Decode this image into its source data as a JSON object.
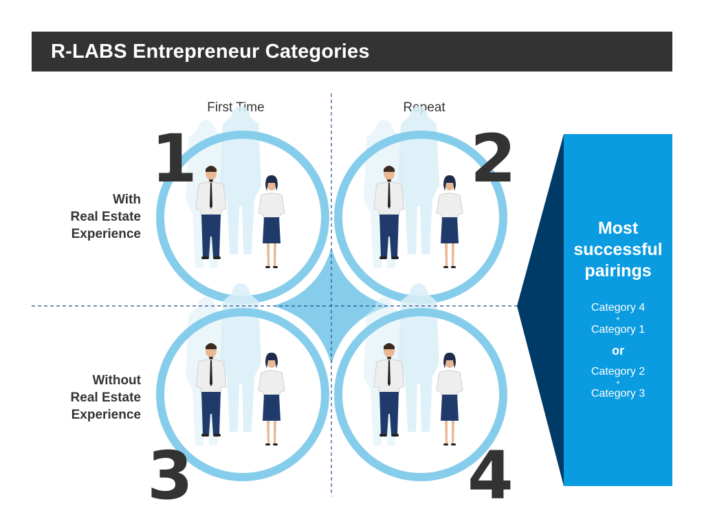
{
  "header": {
    "title": "R-LABS Entrepreneur Categories"
  },
  "columns": {
    "first": "First Time",
    "repeat": "Repeat"
  },
  "rows": {
    "with": [
      "With",
      "Real Estate",
      "Experience"
    ],
    "without": [
      "Without",
      "Real Estate",
      "Experience"
    ]
  },
  "quadrants": [
    {
      "number": "1"
    },
    {
      "number": "2"
    },
    {
      "number": "3"
    },
    {
      "number": "4"
    }
  ],
  "callout": {
    "title": [
      "Most",
      "successful",
      "pairings"
    ],
    "pair_a": [
      "Category 4",
      "Category 1"
    ],
    "plus": "+",
    "or": "or",
    "pair_b": [
      "Category 2",
      "Category 3"
    ]
  },
  "colors": {
    "ring": "#86cdeb",
    "ring_fill": "#d9eef7",
    "callout": "#0a9be0",
    "callout_dark": "#003a66",
    "text_dark": "#333333",
    "suit": "#1f3a6b",
    "shirt": "#eeeeee"
  }
}
